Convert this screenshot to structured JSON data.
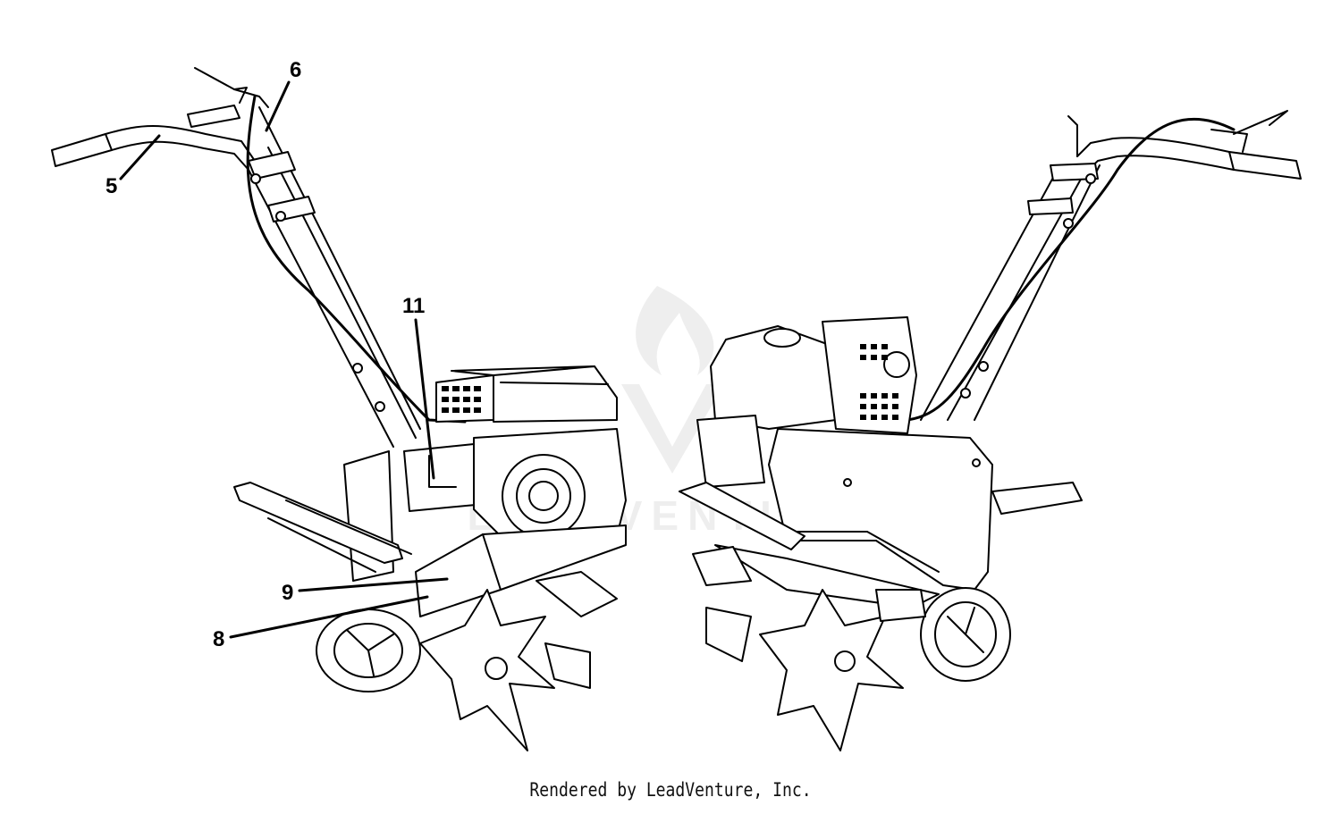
{
  "diagram": {
    "callouts": [
      "5",
      "6",
      "11",
      "9",
      "8"
    ],
    "watermark_text": "LEADVENTURE"
  },
  "footer": {
    "text": "Rendered by LeadVenture, Inc."
  }
}
